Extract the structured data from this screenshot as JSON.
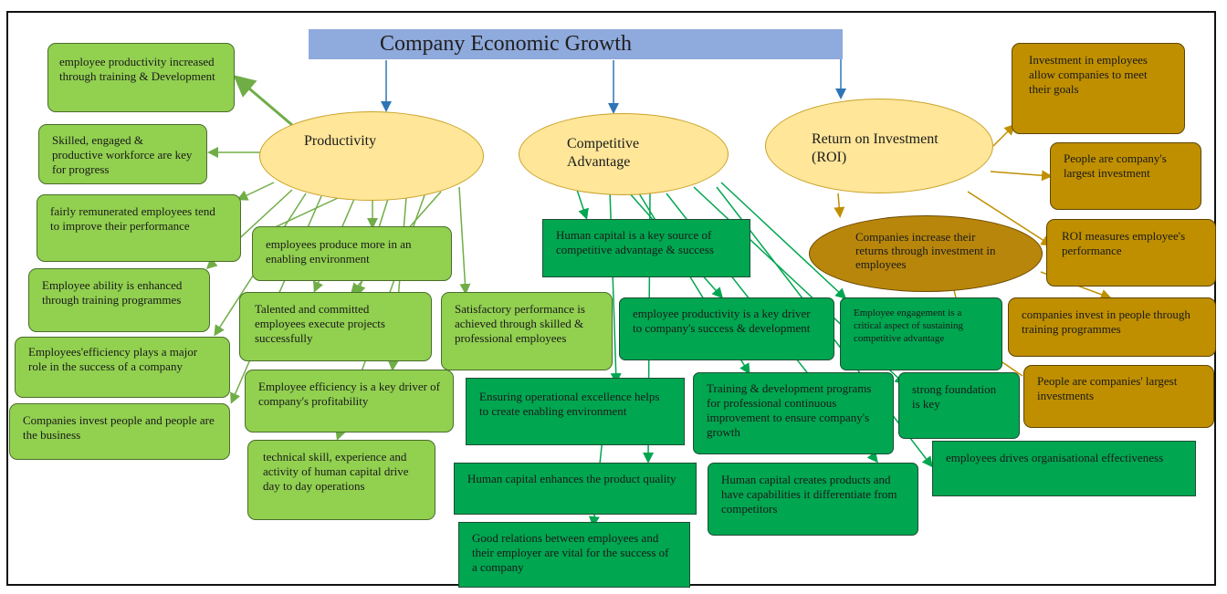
{
  "title": "Company Economic  Growth",
  "hubs": {
    "productivity": "Productivity",
    "competitive": "Competitive Advantage",
    "roi": "Return on Investment (ROI)",
    "returns": "Companies increase their returns through investment in employees"
  },
  "productivity_nodes": [
    "employee productivity increased through training & Development",
    "Skilled, engaged & productive workforce are key for progress",
    "fairly remunerated employees tend to improve their performance",
    "Employee ability is enhanced through training programmes",
    "Employees'efficiency plays a major role in the success of a company",
    "Companies invest people and people are the business",
    "employees produce more in an enabling environment",
    "Talented and committed employees execute projects successfully",
    "Employee efficiency is a key driver of company's profitability",
    "technical skill, experience and activity of human capital drive day to day operations",
    "Satisfactory performance is achieved through skilled & professional employees"
  ],
  "competitive_nodes": [
    "Human capital is a key source of competitive advantage & success",
    "employee productivity is a key driver to company's success & development",
    "Employee engagement is a critical aspect of sustaining competitive advantage",
    "Ensuring operational excellence helps to create enabling environment",
    "Training & development programs for professional continuous improvement to ensure company's growth",
    "strong foundation is key",
    "Human capital enhances the product quality",
    "Human capital creates products and have capabilities it differentiate from competitors",
    "employees drives organisational effectiveness",
    "Good relations between employees and their employer are vital for the success of a company"
  ],
  "roi_nodes": [
    "Investment in employees allow companies to meet their goals",
    "People are company's largest investment",
    "ROI measures employee's performance",
    "companies invest in people through training programmes",
    "People are companies' largest investments"
  ],
  "colors": {
    "title_bar": "#8faadc",
    "hub_yellow": "#ffe699",
    "light_green": "#92d050",
    "dark_green": "#00a650",
    "gold": "#bf8f00",
    "arrow_blue": "#2e75b6"
  }
}
